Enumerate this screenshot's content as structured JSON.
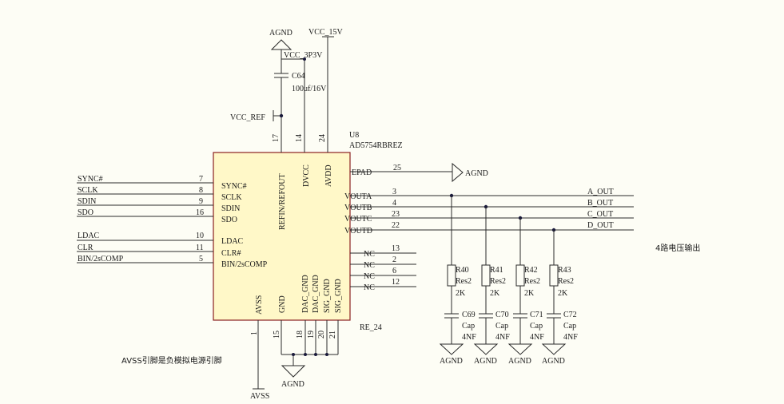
{
  "chip": {
    "ref": "U8",
    "part": "AD5754RBREZ",
    "footprint": "RE_24",
    "left_pins": [
      {
        "net": "SYNC#",
        "num": "7",
        "name": "SYNC#"
      },
      {
        "net": "SCLK",
        "num": "8",
        "name": "SCLK"
      },
      {
        "net": "SDIN",
        "num": "9",
        "name": "SDIN"
      },
      {
        "net": "SDO",
        "num": "16",
        "name": "SDO"
      },
      {
        "net": "LDAC",
        "num": "10",
        "name": "LDAC"
      },
      {
        "net": "CLR",
        "num": "11",
        "name": "CLR#"
      },
      {
        "net": "BIN/2sCOMP",
        "num": "5",
        "name": "BIN/2sCOMP"
      }
    ],
    "top_pins": [
      {
        "num": "17",
        "name": "REFIN/REFOUT"
      },
      {
        "num": "14",
        "name": "DVCC"
      },
      {
        "num": "24",
        "name": "AVDD"
      }
    ],
    "right_pins": [
      {
        "num": "25",
        "name": "EPAD"
      },
      {
        "num": "3",
        "name": "VOUTA",
        "net": "A_OUT"
      },
      {
        "num": "4",
        "name": "VOUTB",
        "net": "B_OUT"
      },
      {
        "num": "23",
        "name": "VOUTC",
        "net": "C_OUT"
      },
      {
        "num": "22",
        "name": "VOUTD",
        "net": "D_OUT"
      },
      {
        "num": "13",
        "name": "NC"
      },
      {
        "num": "2",
        "name": "NC"
      },
      {
        "num": "6",
        "name": "NC"
      },
      {
        "num": "12",
        "name": "NC"
      }
    ],
    "bottom_pins": [
      {
        "num": "1",
        "name": "AVSS"
      },
      {
        "num": "15",
        "name": "GND"
      },
      {
        "num": "18",
        "name": "DAC_GND"
      },
      {
        "num": "19",
        "name": "DAC_GND"
      },
      {
        "num": "20",
        "name": "SIG_GND"
      },
      {
        "num": "21",
        "name": "SIG_GND"
      }
    ]
  },
  "power": {
    "agnd": "AGND",
    "vcc15": "VCC_15V",
    "vcc3p3": "VCC_3P3V",
    "vcc_ref": "VCC_REF",
    "avss": "AVSS"
  },
  "cap_top": {
    "ref": "C64",
    "value": "100uf/16V"
  },
  "loads": [
    {
      "r": "R40",
      "r_type": "Res2",
      "r_val": "2K",
      "c": "C69",
      "c_type": "Cap",
      "c_val": "4NF",
      "gnd": "AGND"
    },
    {
      "r": "R41",
      "r_type": "Res2",
      "r_val": "2K",
      "c": "C70",
      "c_type": "Cap",
      "c_val": "4NF",
      "gnd": "AGND"
    },
    {
      "r": "R42",
      "r_type": "Res2",
      "r_val": "2K",
      "c": "C71",
      "c_type": "Cap",
      "c_val": "4NF",
      "gnd": "AGND"
    },
    {
      "r": "R43",
      "r_type": "Res2",
      "r_val": "2K",
      "c": "C72",
      "c_type": "Cap",
      "c_val": "4NF",
      "gnd": "AGND"
    }
  ],
  "notes": {
    "output": "4路电压输出",
    "avss": "AVSS引脚是负模拟电源引脚"
  }
}
